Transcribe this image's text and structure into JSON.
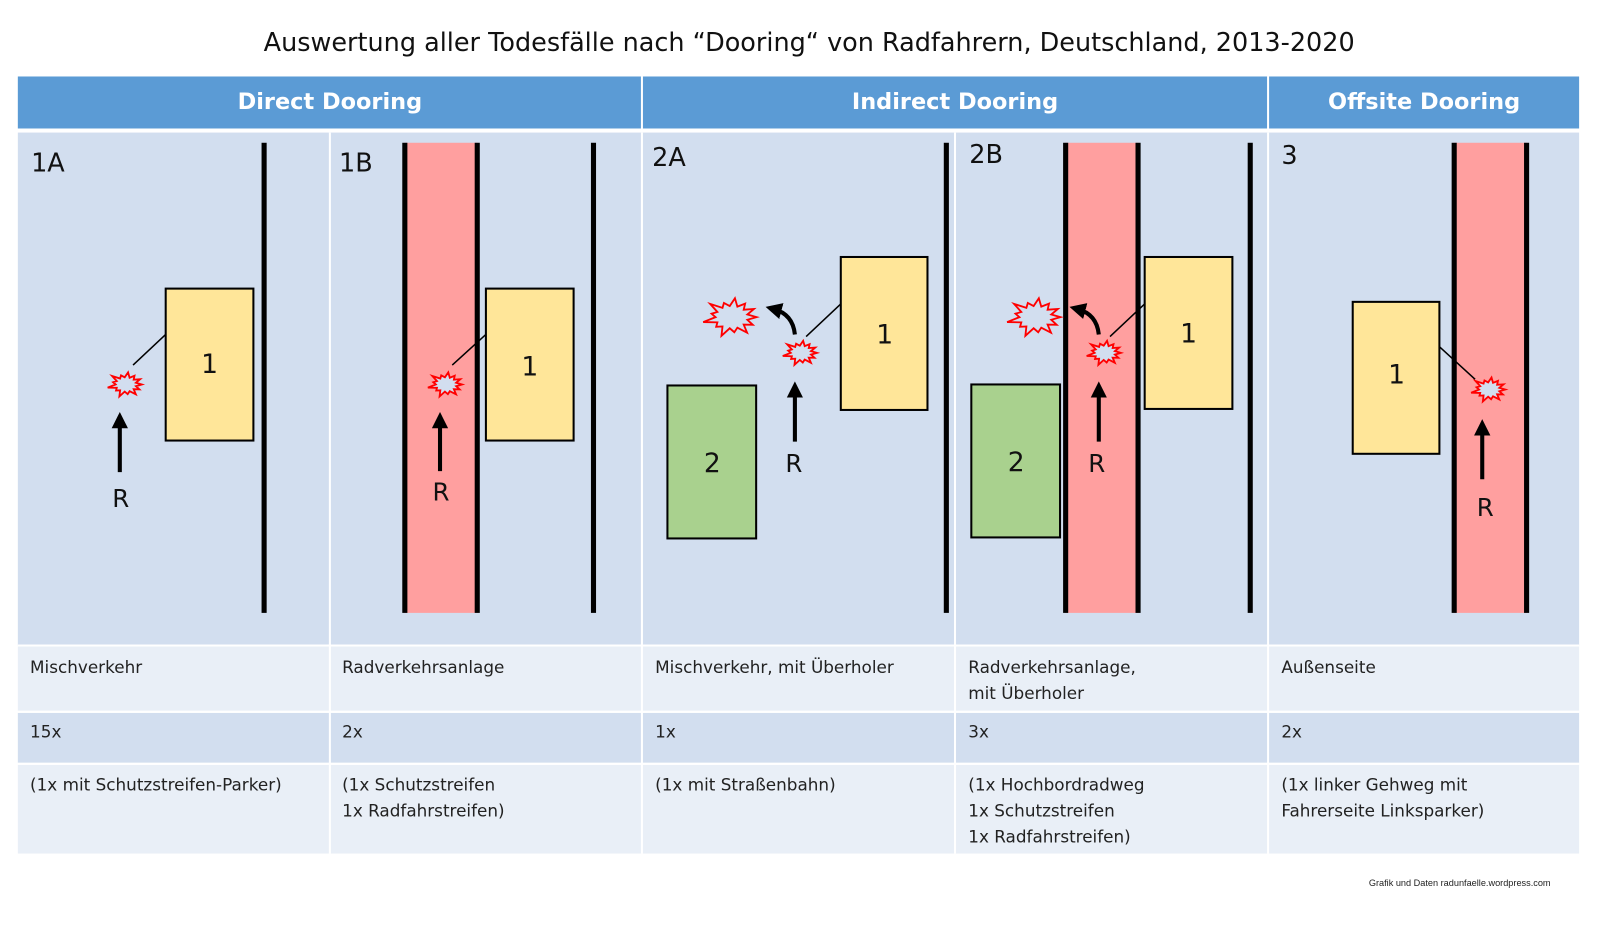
{
  "title": "Auswertung aller Todesfälle nach “Dooring“ von Radfahrern, Deutschland, 2013-2020",
  "headers": [
    "Direct Dooring",
    "Indirect Dooring",
    "Offsite Dooring"
  ],
  "panels": [
    {
      "label": "1A",
      "car": "1",
      "rider": "R"
    },
    {
      "label": "1B",
      "car": "1",
      "rider": "R"
    },
    {
      "label": "2A",
      "car": "1",
      "car2": "2",
      "rider": "R"
    },
    {
      "label": "2B",
      "car": "1",
      "car2": "2",
      "rider": "R"
    },
    {
      "label": "3",
      "car": "1",
      "rider": "R"
    }
  ],
  "rows": {
    "type": [
      [
        "Mischverkehr"
      ],
      [
        "Radverkehrsanlage"
      ],
      [
        "Mischverkehr, mit Überholer"
      ],
      [
        "Radverkehrsanlage,",
        "mit Überholer"
      ],
      [
        "Außenseite"
      ]
    ],
    "count": [
      "15x",
      "2x",
      "1x",
      "3x",
      "2x"
    ],
    "notes": [
      [
        "(1x mit Schutzstreifen-Parker)"
      ],
      [
        "(1x Schutzstreifen",
        "1x Radfahrstreifen)"
      ],
      [
        "(1x mit Straßenbahn)"
      ],
      [
        "(1x Hochbordradweg",
        "1x Schutzstreifen",
        "1x Radfahrstreifen)"
      ],
      [
        "(1x linker Gehweg mit",
        "Fahrerseite Linksparker)"
      ]
    ]
  },
  "footer": "Grafik und Daten radunfaelle.wordpress.com",
  "colors": {
    "header": "#5B9BD5",
    "panel": "#D2DEEF",
    "row_light": "#E9EFF7",
    "lane": "#FF9F9F",
    "car1": "#FFE699",
    "car2": "#A9D18E",
    "impact": "#FF0000"
  }
}
